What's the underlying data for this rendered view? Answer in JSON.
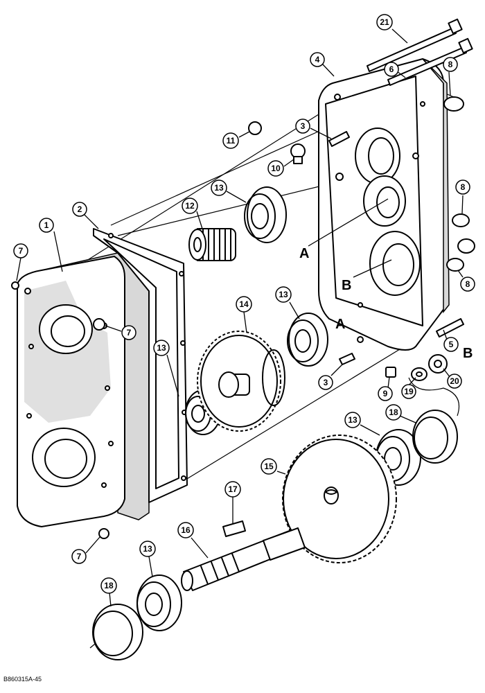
{
  "callouts": {
    "c1": "1",
    "c2": "2",
    "c3a": "3",
    "c3b": "3",
    "c4": "4",
    "c5": "5",
    "c6": "6",
    "c7a": "7",
    "c7b": "7",
    "c7c": "7",
    "c8a": "8",
    "c8b": "8",
    "c8c": "8",
    "c9": "9",
    "c10": "10",
    "c11": "11",
    "c12": "12",
    "c13a": "13",
    "c13b": "13",
    "c13c": "13",
    "c13d": "13",
    "c13e": "13",
    "c14": "14",
    "c15": "15",
    "c16": "16",
    "c17": "17",
    "c18a": "18",
    "c18b": "18",
    "c19": "19",
    "c20": "20",
    "c21": "21"
  },
  "letters": {
    "a1": "A",
    "a2": "A",
    "b1": "B",
    "b2": "B"
  },
  "figure_code": "B860315A-45"
}
